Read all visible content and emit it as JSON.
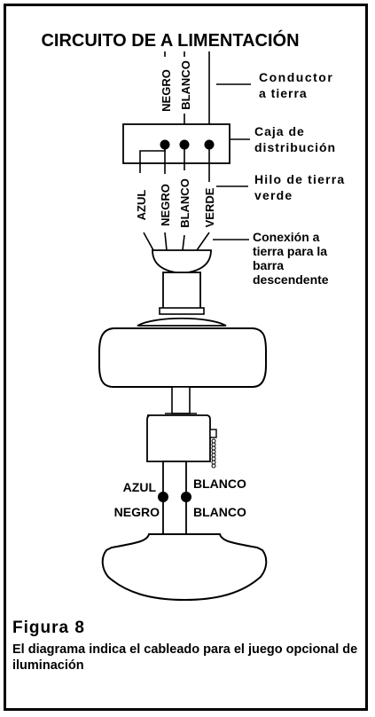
{
  "title": "CIRCUITO DE A LIMENTACIÓN",
  "supply_wires": {
    "negro": "NEGRO",
    "blanco": "BLANCO"
  },
  "labels": {
    "conductor_line1": "Conductor",
    "conductor_line2": "a tierra",
    "caja_line1": "Caja de",
    "caja_line2": "distribución",
    "hilo_line1": "Hilo de tierra",
    "hilo_line2": "verde",
    "conexion_line1": "Conexión a",
    "conexion_line2": "tierra para la",
    "conexion_line3": "barra",
    "conexion_line4": "descendente"
  },
  "fan_wires": {
    "azul": "AZUL",
    "negro": "NEGRO",
    "blanco": "BLANCO",
    "verde": "VERDE"
  },
  "light_kit_wires": {
    "azul": "AZUL",
    "blanco_top": "BLANCO",
    "negro": "NEGRO",
    "blanco_bottom": "BLANCO"
  },
  "caption": {
    "figure": "Figura 8",
    "description": "El diagrama indica el cableado para el juego opcional  de iluminación"
  }
}
